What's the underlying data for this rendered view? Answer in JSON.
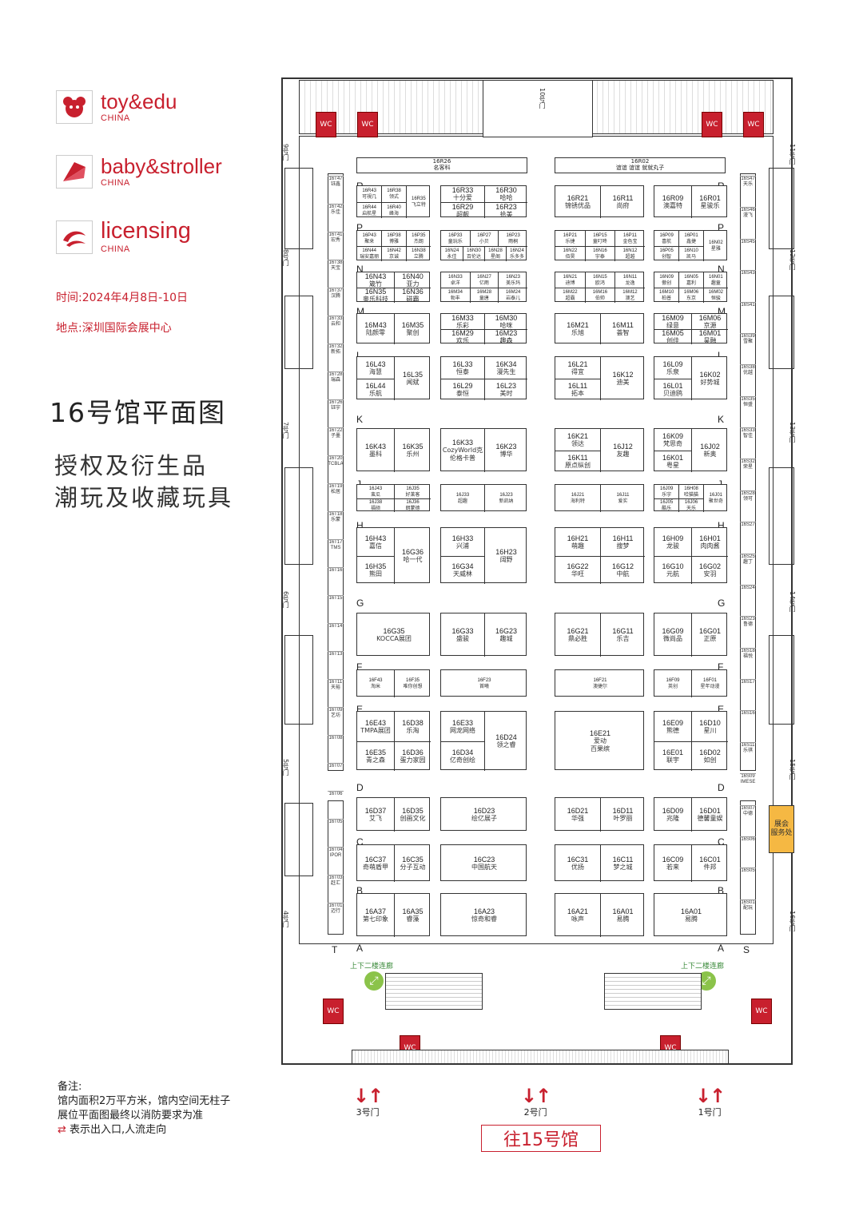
{
  "logos": [
    {
      "name": "toy",
      "amp": "&",
      "name2": "edu",
      "sub": "CHINA"
    },
    {
      "name": "baby",
      "amp": "&",
      "name2": "stroller",
      "sub": "CHINA"
    },
    {
      "name": "licensing",
      "amp": "",
      "name2": "",
      "sub": "CHINA"
    }
  ],
  "info": {
    "time": "时间:2024年4月8日-10日",
    "place": "地点:深圳国际会展中心"
  },
  "title": "16号馆平面图",
  "subtitles": [
    "授权及衍生品",
    "潮玩及收藏玩具"
  ],
  "notes": {
    "heading": "备注:",
    "line1": "馆内面积2万平方米，馆内空间无柱子",
    "line2": "展位平面图最终以消防要求为准",
    "line3": "表示出入口,人流走向"
  },
  "gates": [
    "3号门",
    "2号门",
    "1号门"
  ],
  "toward": "往15号馆",
  "service": "展会\n服务处",
  "corridor": "上下二楼连廊",
  "top_door": "10号门",
  "row_letters_left": [
    "R",
    "P",
    "N",
    "M",
    "L",
    "K",
    "J",
    "H",
    "G",
    "F",
    "E",
    "D",
    "C",
    "B",
    "A"
  ],
  "side_letters": {
    "left": "T",
    "right": "S"
  },
  "top_bars": [
    {
      "id": "16R26",
      "name": "名客科"
    },
    {
      "id": "16R02",
      "name": "谊谊  谊谊  就就丸子"
    }
  ],
  "rows": [
    {
      "letter": "R",
      "blocks": [
        [
          {
            "id": "16R43",
            "name": "可視几"
          },
          {
            "id": "16R44",
            "name": "启航星"
          },
          {
            "id": "16R38",
            "name": "领式"
          },
          {
            "id": "16R40",
            "name": "峰海"
          },
          {
            "id": "16R35",
            "name": "飞立特"
          }
        ],
        [
          {
            "id": "16R33",
            "name": "十分爱"
          },
          {
            "id": "16R29",
            "name": "超靓"
          },
          {
            "id": "16R30",
            "name": "哈哈"
          },
          {
            "id": "16R23",
            "name": "拾美"
          }
        ],
        [
          {
            "id": "16R21",
            "name": "锦锈优品"
          },
          {
            "id": "16R11",
            "name": "尚府"
          }
        ],
        [
          {
            "id": "16R09",
            "name": "澳嘉特"
          },
          {
            "id": "16R01",
            "name": "星骏乐"
          }
        ]
      ]
    },
    {
      "letter": "P",
      "blocks": [
        [
          {
            "id": "16P43",
            "name": "聚来"
          },
          {
            "id": "16P38",
            "name": "博雅"
          },
          {
            "id": "16P35",
            "name": "杰朗"
          },
          {
            "id": "16N44",
            "name": "瑞安嘉丽"
          },
          {
            "id": "16N42",
            "name": "京诚"
          },
          {
            "id": "16N38",
            "name": "立腾"
          }
        ],
        [
          {
            "id": "16P33",
            "name": "童玩乐"
          },
          {
            "id": "16P27",
            "name": "小贝"
          },
          {
            "id": "16P23",
            "name": "雨桐"
          },
          {
            "id": "16N24",
            "name": "永佳"
          },
          {
            "id": "16N30",
            "name": "百伦达"
          },
          {
            "id": "16N28",
            "name": "星阁"
          },
          {
            "id": "16N24",
            "name": "乐多多"
          }
        ],
        [
          {
            "id": "16P21",
            "name": "乐捷"
          },
          {
            "id": "16P15",
            "name": "童叮咚"
          },
          {
            "id": "16P11",
            "name": "金色宝"
          },
          {
            "id": "16N22",
            "name": "佰昊"
          },
          {
            "id": "16N16",
            "name": "宇泰"
          },
          {
            "id": "16N12",
            "name": "超越"
          }
        ],
        [
          {
            "id": "16P09",
            "name": "喜航"
          },
          {
            "id": "16P05",
            "name": "创智"
          },
          {
            "id": "16P01",
            "name": "鑫捷"
          },
          {
            "id": "16N10",
            "name": "凯马"
          },
          {
            "id": "16N02",
            "name": "星雅"
          }
        ]
      ]
    },
    {
      "letter": "N",
      "blocks": [
        [
          {
            "id": "16N43",
            "name": "箴竹"
          },
          {
            "id": "16N35",
            "name": "奥乐科技"
          },
          {
            "id": "16N40",
            "name": "亚力"
          },
          {
            "id": "16N36",
            "name": "磁霸"
          }
        ],
        [
          {
            "id": "16N33",
            "name": "卓洋"
          },
          {
            "id": "16N27",
            "name": "亿雨"
          },
          {
            "id": "16N23",
            "name": "美乐玛"
          },
          {
            "id": "16M34",
            "name": "勃丰"
          },
          {
            "id": "16M28",
            "name": "童唐"
          },
          {
            "id": "16M24",
            "name": "岩泰儿"
          }
        ],
        [
          {
            "id": "16N21",
            "name": "迪博"
          },
          {
            "id": "16N15",
            "name": "欧鸿"
          },
          {
            "id": "16N11",
            "name": "龙逸"
          },
          {
            "id": "16M22",
            "name": "超霸"
          },
          {
            "id": "16M16",
            "name": "伯帅"
          },
          {
            "id": "16M12",
            "name": "澳艺"
          }
        ],
        [
          {
            "id": "16N09",
            "name": "傲创"
          },
          {
            "id": "16N05",
            "name": "嘉利"
          },
          {
            "id": "16N01",
            "name": "趣童"
          },
          {
            "id": "16M10",
            "name": "柏普"
          },
          {
            "id": "16M06",
            "name": "东京"
          },
          {
            "id": "16M02",
            "name": "恒骏"
          }
        ]
      ]
    },
    {
      "letter": "M",
      "blocks": [
        [
          {
            "id": "16M43",
            "name": "陆颜零"
          },
          {
            "id": "16M35",
            "name": "聚创"
          }
        ],
        [
          {
            "id": "16M33",
            "name": "乐彩"
          },
          {
            "id": "16M29",
            "name": "欢乐"
          },
          {
            "id": "16M30",
            "name": "哈咪"
          },
          {
            "id": "16M23",
            "name": "趣森"
          }
        ],
        [
          {
            "id": "16M21",
            "name": "乐旭"
          },
          {
            "id": "16M11",
            "name": "荟智"
          }
        ],
        [
          {
            "id": "16M09",
            "name": "绿意"
          },
          {
            "id": "16M05",
            "name": "创佳"
          },
          {
            "id": "16M06",
            "name": "京源"
          },
          {
            "id": "16M01",
            "name": "昊融"
          }
        ]
      ]
    },
    {
      "letter": "L",
      "blocks": [
        [
          {
            "id": "16L43",
            "name": "海慧"
          },
          {
            "id": "16L44",
            "name": "乐航"
          },
          {
            "id": "16L35",
            "name": "闻斌"
          }
        ],
        [
          {
            "id": "16L33",
            "name": "恒泰"
          },
          {
            "id": "16L29",
            "name": "泰恒"
          },
          {
            "id": "16K34",
            "name": "漫先生"
          },
          {
            "id": "16L23",
            "name": "美时"
          }
        ],
        [
          {
            "id": "16L21",
            "name": "得宜"
          },
          {
            "id": "16L11",
            "name": "拓本"
          },
          {
            "id": "16K12",
            "name": "迪美"
          }
        ],
        [
          {
            "id": "16L09",
            "name": "乐泉"
          },
          {
            "id": "16L01",
            "name": "贝迪鸥"
          },
          {
            "id": "16K02",
            "name": "好势城"
          }
        ]
      ]
    },
    {
      "letter": "K",
      "blocks": [
        [
          {
            "id": "16K43",
            "name": "墨科"
          },
          {
            "id": "16K35",
            "name": "乐州"
          }
        ],
        [
          {
            "id": "16K33",
            "name": "CozyWorld克伦格卡普"
          },
          {
            "id": "16K23",
            "name": "博华"
          }
        ],
        [
          {
            "id": "16K21",
            "name": "领达"
          },
          {
            "id": "16K11",
            "name": "原点纵创"
          },
          {
            "id": "16J12",
            "name": "友趣"
          }
        ],
        [
          {
            "id": "16K09",
            "name": "梵思奇"
          },
          {
            "id": "16K01",
            "name": "粤星"
          },
          {
            "id": "16J02",
            "name": "新奥"
          }
        ]
      ]
    },
    {
      "letter": "J",
      "blocks": [
        [
          {
            "id": "16J43",
            "name": "蛮瓜"
          },
          {
            "id": "16J38",
            "name": "福硕"
          },
          {
            "id": "16J35",
            "name": "好莱客"
          },
          {
            "id": "16J36",
            "name": "朗蒙德"
          }
        ],
        [
          {
            "id": "16J33",
            "name": "超趣"
          },
          {
            "id": "16J23",
            "name": "新凯纳"
          }
        ],
        [
          {
            "id": "16J21",
            "name": "海利特"
          },
          {
            "id": "16J11",
            "name": "爱实"
          }
        ],
        [
          {
            "id": "16J09",
            "name": "乐宇"
          },
          {
            "id": "16J05",
            "name": "酷乐"
          },
          {
            "id": "16H08",
            "name": "哈猫猫"
          },
          {
            "id": "16J06",
            "name": "天乐"
          },
          {
            "id": "16J01",
            "name": "聚世奇"
          }
        ]
      ]
    },
    {
      "letter": "H",
      "blocks": [
        [
          {
            "id": "16H43",
            "name": "嘉信"
          },
          {
            "id": "16H35",
            "name": "熊田"
          },
          {
            "id": "16G36",
            "name": "哈一代"
          }
        ],
        [
          {
            "id": "16H33",
            "name": "兴浦"
          },
          {
            "id": "16G34",
            "name": "天威林"
          },
          {
            "id": "16H23",
            "name": "阔野"
          }
        ],
        [
          {
            "id": "16H21",
            "name": "萌趣"
          },
          {
            "id": "16G22",
            "name": "华旺"
          },
          {
            "id": "16H11",
            "name": "搜梦"
          },
          {
            "id": "16G12",
            "name": "中航"
          }
        ],
        [
          {
            "id": "16H09",
            "name": "龙骏"
          },
          {
            "id": "16G10",
            "name": "元航"
          },
          {
            "id": "16H01",
            "name": "肉肉酱"
          },
          {
            "id": "16G02",
            "name": "安羽"
          }
        ]
      ]
    },
    {
      "letter": "G",
      "blocks": [
        [
          {
            "id": "16G35",
            "name": "KOCCA展团"
          }
        ],
        [
          {
            "id": "16G33",
            "name": "盛骏"
          },
          {
            "id": "16G23",
            "name": "趣城"
          }
        ],
        [
          {
            "id": "16G21",
            "name": "鼎必胜"
          },
          {
            "id": "16G11",
            "name": "乐吉"
          }
        ],
        [
          {
            "id": "16G09",
            "name": "微尚品"
          },
          {
            "id": "16G01",
            "name": "正原"
          }
        ]
      ]
    },
    {
      "letter": "F",
      "blocks": [
        [
          {
            "id": "16F43",
            "name": "淘米"
          },
          {
            "id": "16F35",
            "name": "唯你创想"
          }
        ],
        [
          {
            "id": "16F23",
            "name": "首曦"
          }
        ],
        [
          {
            "id": "16F21",
            "name": "澳捷尔"
          }
        ],
        [
          {
            "id": "16F09",
            "name": "英创"
          },
          {
            "id": "16F01",
            "name": "星年动漫"
          }
        ]
      ]
    },
    {
      "letter": "E",
      "blocks": [
        [
          {
            "id": "16E43",
            "name": "TMPA展团"
          },
          {
            "id": "16E35",
            "name": "青之森"
          },
          {
            "id": "16D38",
            "name": "乐淘"
          },
          {
            "id": "16D36",
            "name": "蛋力家园"
          }
        ],
        [
          {
            "id": "16E33",
            "name": "网龙网络"
          },
          {
            "id": "16D34",
            "name": "亿奇创绘"
          },
          {
            "id": "16D24",
            "name": "领之睿"
          }
        ],
        [
          {
            "id": "16E21",
            "name": "爱动\n百果缤"
          }
        ],
        [
          {
            "id": "16E09",
            "name": "熊德"
          },
          {
            "id": "16E01",
            "name": "联宇"
          },
          {
            "id": "16D10",
            "name": "星川"
          },
          {
            "id": "16D02",
            "name": "如创"
          }
        ]
      ]
    },
    {
      "letter": "D",
      "blocks": [
        [
          {
            "id": "16D37",
            "name": "艾飞"
          },
          {
            "id": "16D35",
            "name": "创画文化"
          }
        ],
        [
          {
            "id": "16D23",
            "name": "绘亿展子"
          }
        ],
        [
          {
            "id": "16D21",
            "name": "华强"
          },
          {
            "id": "16D11",
            "name": "叶罗丽"
          }
        ],
        [
          {
            "id": "16D09",
            "name": "兆隆"
          },
          {
            "id": "16D01",
            "name": "德馨童娱"
          }
        ]
      ]
    },
    {
      "letter": "C",
      "blocks": [
        [
          {
            "id": "16C37",
            "name": "奇萌盾甲"
          },
          {
            "id": "16C35",
            "name": "分子互动"
          }
        ],
        [
          {
            "id": "16C23",
            "name": "中国航天"
          }
        ],
        [
          {
            "id": "16C31",
            "name": "优扬"
          },
          {
            "id": "16C11",
            "name": "梦之城"
          }
        ],
        [
          {
            "id": "16C09",
            "name": "若来"
          },
          {
            "id": "16C01",
            "name": "件邦"
          }
        ]
      ]
    },
    {
      "letter": "B",
      "blocks": [
        [
          {
            "id": "16A37",
            "name": "第七印象"
          },
          {
            "id": "16A35",
            "name": "睿藻"
          }
        ],
        [
          {
            "id": "16A23",
            "name": "惊奇和睿"
          }
        ],
        [
          {
            "id": "16A21",
            "name": "咏声"
          },
          {
            "id": "16A01",
            "name": "易腾"
          }
        ],
        [
          {
            "id": "16A01",
            "name": "易腾"
          }
        ]
      ]
    }
  ],
  "left_side": [
    "16T47 钰鑫",
    "16T42 乐佳",
    "16T41 宏秀",
    "16T38 天宝",
    "16T37 汉腾",
    "16T33 云和",
    "16T32 新拓",
    "16T28 瑞森",
    "16T26 钰宇",
    "16T22 子墨",
    "16T20 TCBLA",
    "16T19 松居",
    "16T18 乐蒙",
    "16T17 TMS",
    "16T16",
    "16T15",
    "16T14",
    "16T13",
    "16T11 天裕",
    "16T09 艺坊",
    "16T08",
    "16T07",
    "16T06",
    "16T05",
    "16T04 IPOR",
    "16T03 赶汇",
    "16T01 迈行"
  ],
  "right_side": [
    "16S47 天乐",
    "16S46 漫飞",
    "16S45",
    "16S43",
    "16S41",
    "16S39 雪聚",
    "16S38 优越",
    "16S35 恒盛",
    "16S33 智佳",
    "16S32 荣星",
    "16S28 领可",
    "16S27",
    "16S25 趣丁",
    "16S24",
    "16S23 鲁德",
    "16S18 福悦",
    "16S17",
    "16S16",
    "16S11 乐祺",
    "16S09 IMESE",
    "16S07 中德",
    "16S06",
    "16S05",
    "16S01 配玩"
  ],
  "doors_left": [
    "9号门",
    "8号门",
    "7号门",
    "6号门",
    "5号门",
    "4号门"
  ],
  "doors_right": [
    "11号门",
    "12号门",
    "13号门",
    "14号门",
    "15号门",
    "16号门"
  ],
  "wc_label": "WC"
}
